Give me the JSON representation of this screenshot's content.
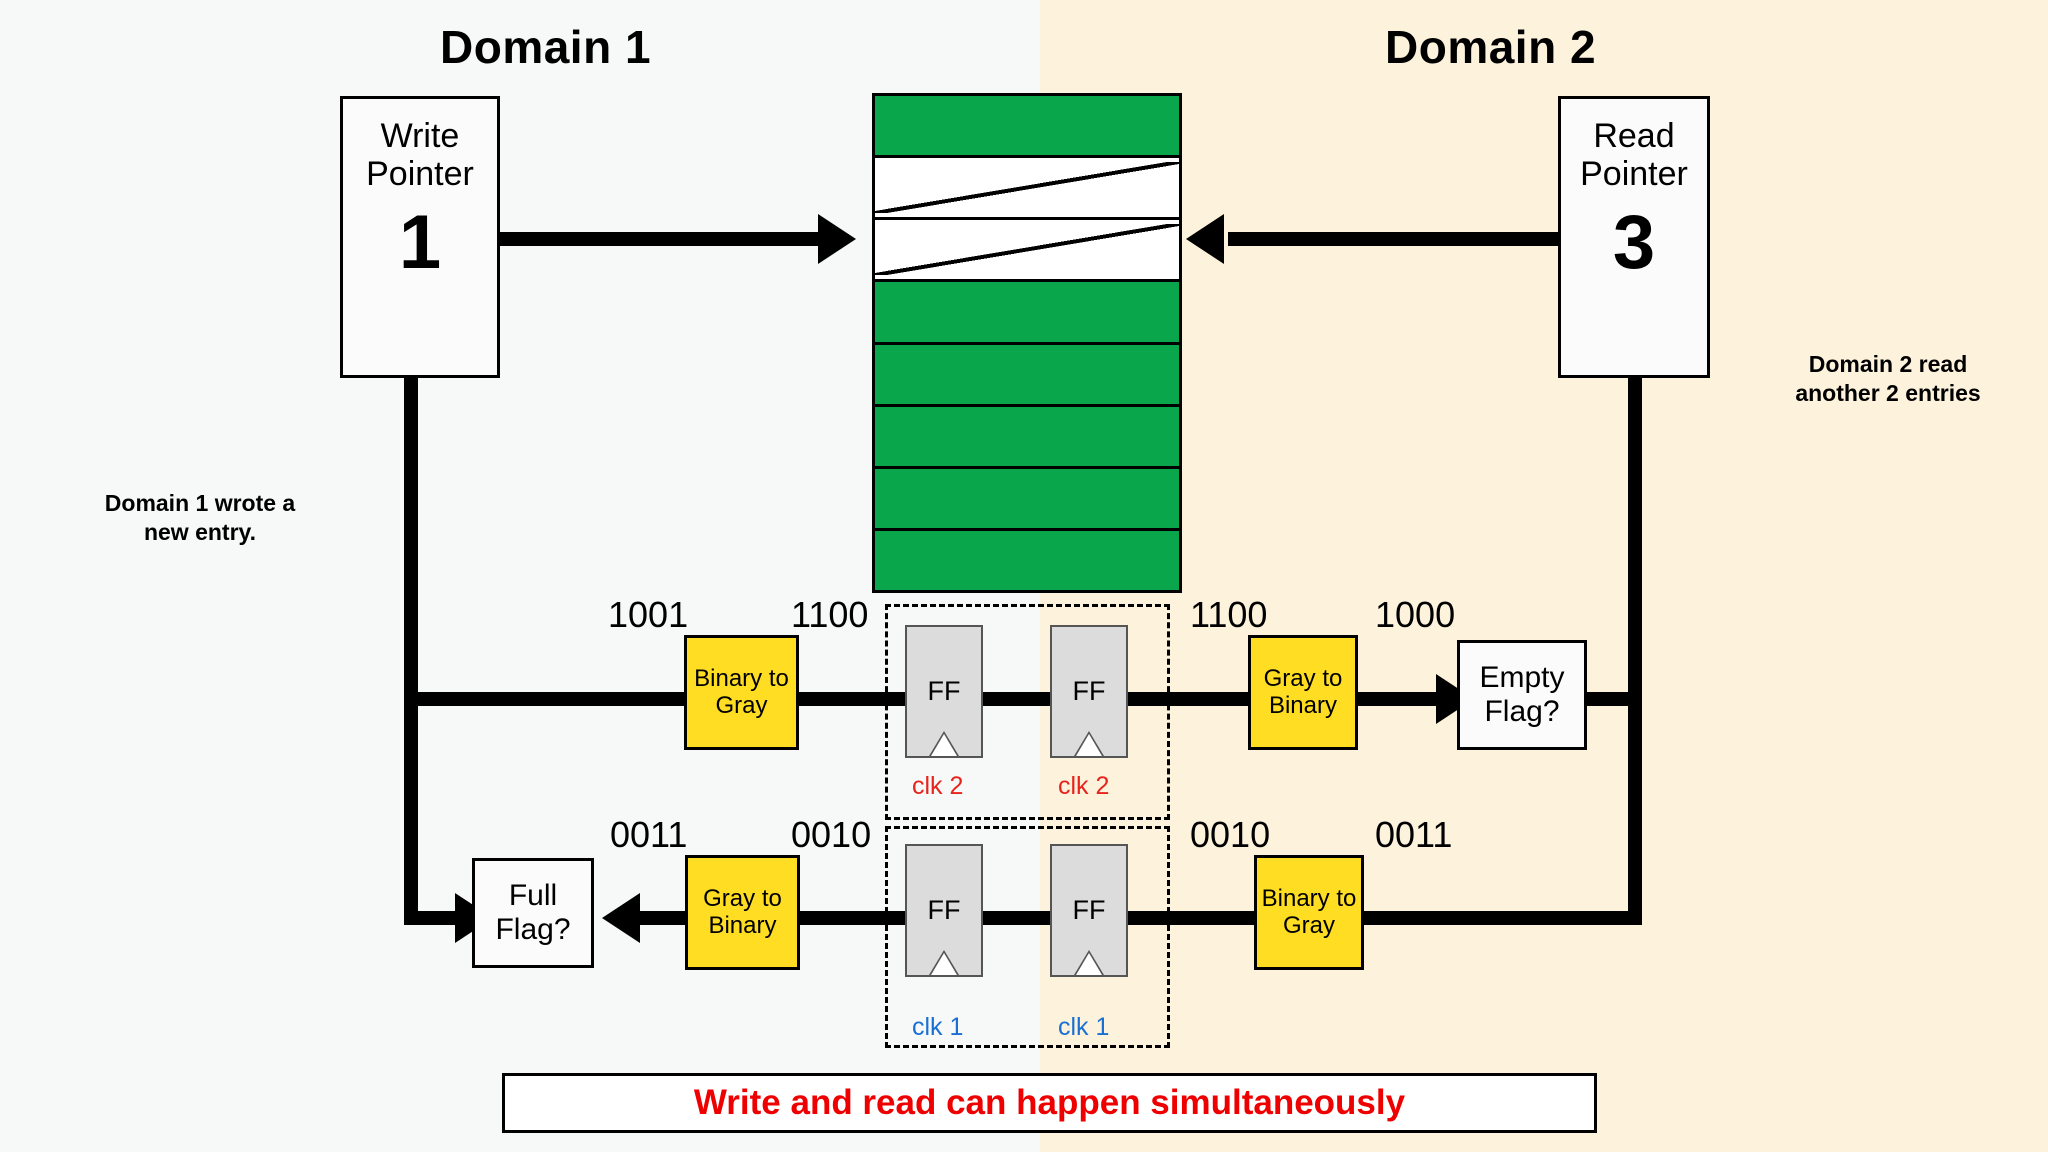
{
  "domains": {
    "left": {
      "title": "Domain 1",
      "bg": "#f6f9f7"
    },
    "right": {
      "title": "Domain 2",
      "bg": "#fdf3dc"
    }
  },
  "write_pointer": {
    "label_line1": "Write",
    "label_line2": "Pointer",
    "value": "1"
  },
  "read_pointer": {
    "label_line1": "Read",
    "label_line2": "Pointer",
    "value": "3"
  },
  "fifo": {
    "full_color": "#0aa64c",
    "empty_color": "#ffffff",
    "cells": [
      "full",
      "empty",
      "empty",
      "full",
      "full",
      "full",
      "full",
      "full"
    ]
  },
  "annotations": {
    "left": "Domain 1 wrote a\nnew entry.",
    "left_line1": "Domain 1 wrote a",
    "left_line2": "new entry.",
    "right_line1": "Domain 2 read",
    "right_line2": "another 2 entries"
  },
  "top_path": {
    "name": "write-pointer-to-empty-flag",
    "values": {
      "v1": "1001",
      "v2": "1100",
      "v3": "1100",
      "v4": "1000"
    },
    "converter_in": {
      "line1": "Binary to",
      "line2": "Gray"
    },
    "converter_out": {
      "line1": "Gray to",
      "line2": "Binary"
    },
    "ff1": {
      "label": "FF",
      "clk": "clk 2"
    },
    "ff2": {
      "label": "FF",
      "clk": "clk 2"
    },
    "flag": {
      "line1": "Empty",
      "line2": "Flag?"
    },
    "clk_color": "#e8231c"
  },
  "bottom_path": {
    "name": "read-pointer-to-full-flag",
    "values": {
      "v1": "0011",
      "v2": "0010",
      "v3": "0010",
      "v4": "0011"
    },
    "converter_in": {
      "line1": "Binary to",
      "line2": "Gray"
    },
    "converter_out": {
      "line1": "Gray to",
      "line2": "Binary"
    },
    "ff1": {
      "label": "FF",
      "clk": "clk 1"
    },
    "ff2": {
      "label": "FF",
      "clk": "clk 1"
    },
    "flag": {
      "line1": "Full",
      "line2": "Flag?"
    },
    "clk_color": "#1a6fd4"
  },
  "banner": {
    "text": "Write and read can happen simultaneously",
    "color": "#ee0000"
  },
  "palette": {
    "converter_yellow": "#ffdd22",
    "ff_gray": "#dcdcdc",
    "fifo_green": "#0aa64c",
    "line_black": "#000000"
  }
}
